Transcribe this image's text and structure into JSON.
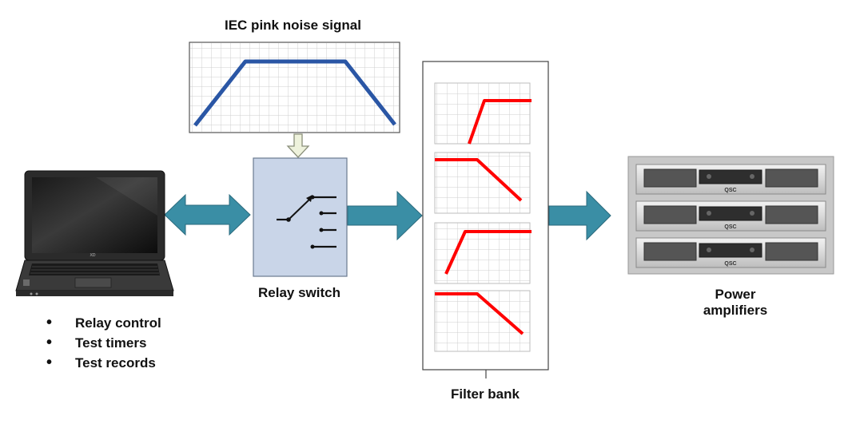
{
  "labels": {
    "signal_title": "IEC pink noise signal",
    "relay": "Relay switch",
    "filter_bank": "Filter bank",
    "amplifiers_line1": "Power",
    "amplifiers_line2": "amplifiers"
  },
  "laptop_features": [
    "Relay control",
    "Test timers",
    "Test records"
  ],
  "amplifier_brand": "QSC",
  "laptop_badge": "XD",
  "colors": {
    "signal_curve": "#2a56a5",
    "filter_curve": "#ff0000",
    "arrow_fill": "#3a8ea5",
    "relay_box": "#c9d5e8",
    "grid": "#c9c9c9"
  }
}
